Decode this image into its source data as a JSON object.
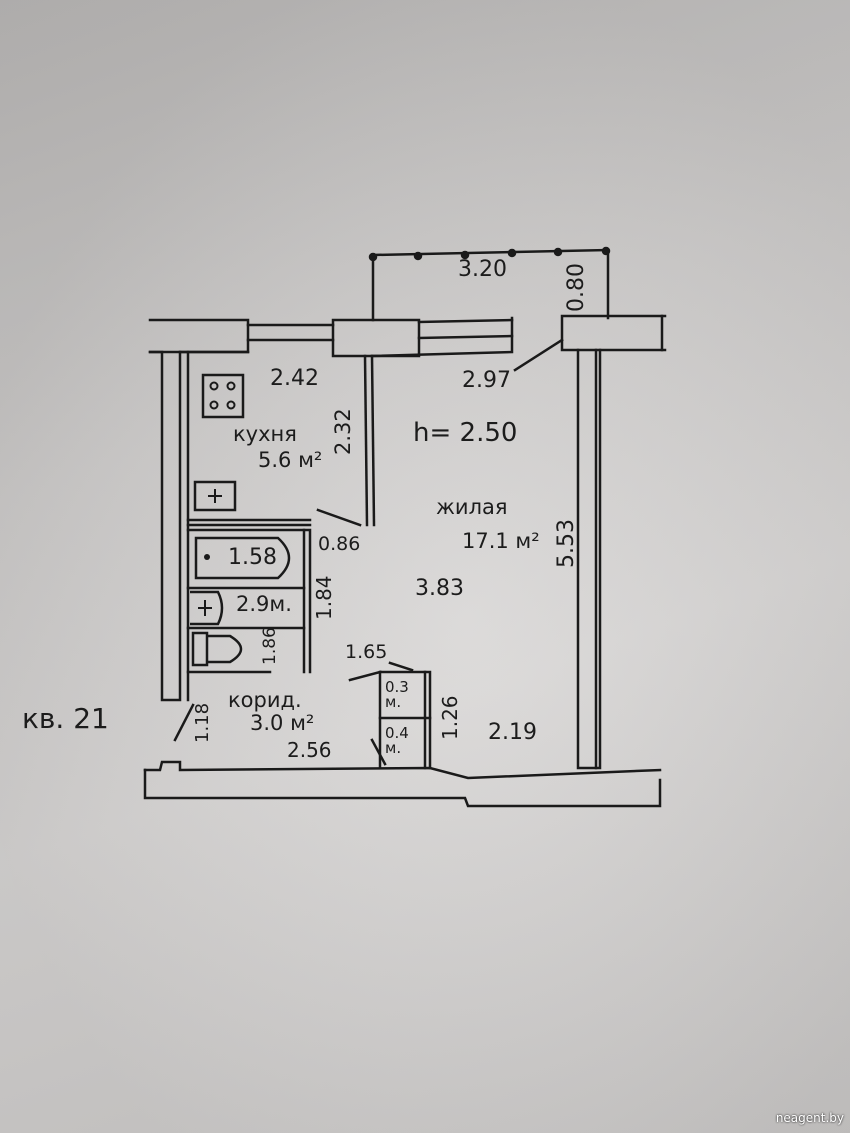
{
  "apartment_label": "кв. 21",
  "ceiling_height": "h= 2.50",
  "rooms": {
    "kitchen": {
      "name": "кухня",
      "area": "5.6 м²"
    },
    "living": {
      "name": "жилая",
      "area": "17.1 м²"
    },
    "bath": {
      "area": "2.9м."
    },
    "corridor": {
      "name": "корид.",
      "area": "3.0 м²"
    },
    "closet_1": {
      "area": "0.3 м."
    },
    "closet_2": {
      "area": "0.4 м."
    }
  },
  "dimensions": {
    "balcony_width": "3.20",
    "balcony_depth": "0.80",
    "kitchen_width": "2.42",
    "kitchen_depth": "2.32",
    "living_width_top": "2.97",
    "living_depth": "5.53",
    "living_mid_width": "3.83",
    "door_width": "0.86",
    "bath_length": "1.58",
    "bath_depth": "1.84",
    "wc_depth": "1.86",
    "corridor_inner": "1.65",
    "closet_depth": "1.26",
    "corridor_width": "2.56",
    "entry_depth": "1.18",
    "living_width_bottom": "2.19"
  },
  "watermark": "neagent.by"
}
